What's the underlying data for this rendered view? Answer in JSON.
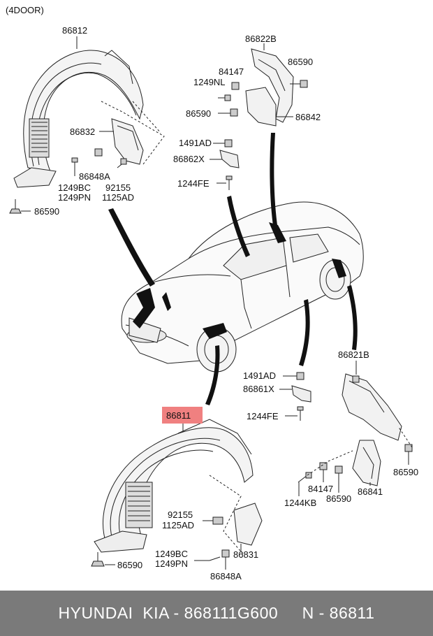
{
  "header_note": "(4DOOR)",
  "labels": {
    "l86812": "86812",
    "l86822B": "86822B",
    "l84147_top": "84147",
    "l1249NL": "1249NL",
    "l86590_tr": "86590",
    "l86590_tm": "86590",
    "l86842": "86842",
    "l86832": "86832",
    "l86848A_top": "86848A",
    "l1249BC_top": "1249BC",
    "l1249PN_top": "1249PN",
    "l92155_top": "92155",
    "l1125AD_top": "1125AD",
    "l86590_left": "86590",
    "l1491AD_top": "1491AD",
    "l86862X": "86862X",
    "l1244FE_top": "1244FE",
    "l86821B": "86821B",
    "l1491AD_mid": "1491AD",
    "l86861X": "86861X",
    "l1244FE_mid": "1244FE",
    "l86811": "86811",
    "l86590_right": "86590",
    "l84147_bot": "84147",
    "l86841": "86841",
    "l86590_rb": "86590",
    "l1244KB": "1244KB",
    "l92155_bot": "92155",
    "l1125AD_bot": "1125AD",
    "l1249BC_bot": "1249BC",
    "l1249PN_bot": "1249PN",
    "l86831": "86831",
    "l86848A_bot": "86848A",
    "l86590_bot": "86590"
  },
  "highlight_color": "#f08080",
  "footer": {
    "text": "HYUNDAI  KIA - 868111G600     N - 86811"
  }
}
